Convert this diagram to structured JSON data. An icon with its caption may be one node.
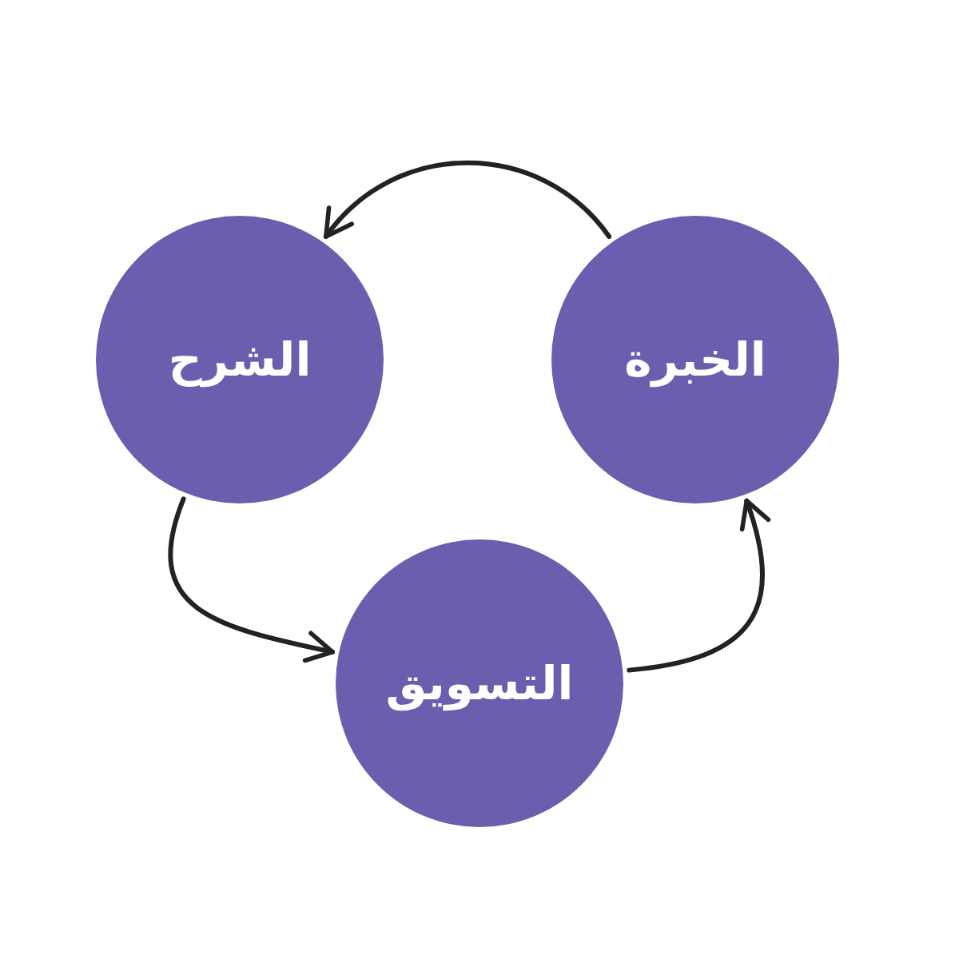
{
  "diagram": {
    "nodes": [
      {
        "text": [
          "الخبرة"
        ]
      },
      {
        "text": [
          "الشرح"
        ]
      },
      {
        "text": [
          "التسويق"
        ]
      }
    ],
    "edges": [
      {
        "from": 0,
        "to": 1,
        "arrow": "to"
      },
      {
        "from": 1,
        "to": 2,
        "arrow": "to"
      },
      {
        "from": 2,
        "to": 0,
        "arrow": "to"
      }
    ]
  }
}
